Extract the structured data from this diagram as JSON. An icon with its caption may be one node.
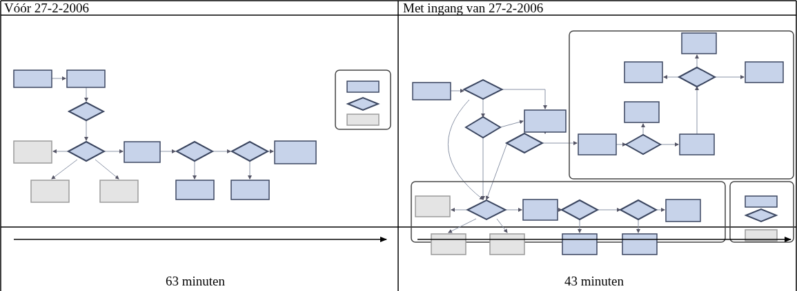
{
  "diagram": {
    "labels": [
      "Vóór 27-2-2006",
      "Met ingang van 27-2-2006",
      "63 minuten",
      "43 minuten"
    ]
  }
}
